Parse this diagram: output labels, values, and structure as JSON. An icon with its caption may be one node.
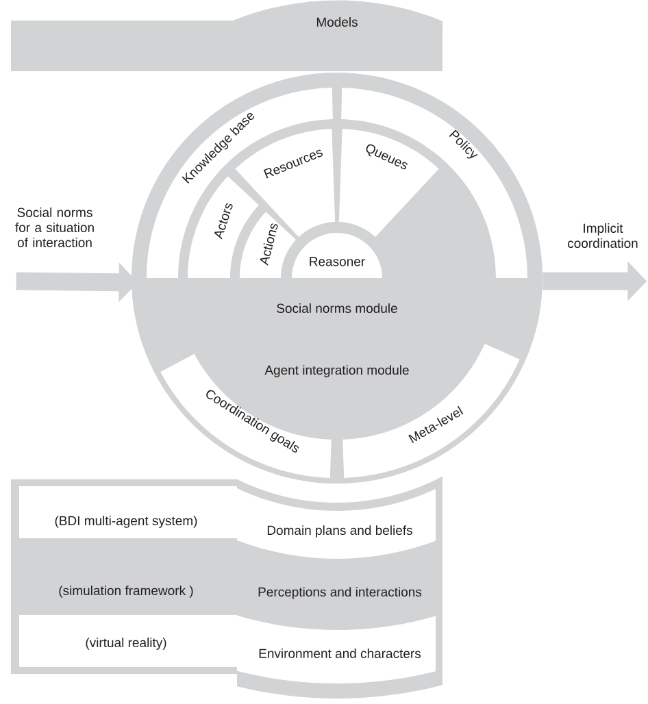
{
  "diagram": {
    "nodes": [
      {
        "text": [
          "Models"
        ]
      },
      {
        "text": [
          "Knowledge base"
        ]
      },
      {
        "text": [
          "Policy"
        ]
      },
      {
        "text": [
          "Resources"
        ]
      },
      {
        "text": [
          "Queues"
        ]
      },
      {
        "text": [
          "Actors"
        ]
      },
      {
        "text": [
          "Actions"
        ]
      },
      {
        "text": [
          "Reasoner"
        ]
      },
      {
        "text": [
          "Social norms module"
        ]
      },
      {
        "text": [
          "Agent integration module"
        ]
      },
      {
        "text": [
          "Coordination goals"
        ],
        "in": 9
      },
      {
        "text": [
          "Meta-level"
        ],
        "in": 9
      },
      {
        "text": [
          "(BDI multi-agent system)"
        ]
      },
      {
        "text": [
          "Domain plans and beliefs"
        ]
      },
      {
        "text": [
          "(simulation framework )"
        ]
      },
      {
        "text": [
          "Perceptions and interactions"
        ]
      },
      {
        "text": [
          "(virtual reality)"
        ]
      },
      {
        "text": [
          "Environment and characters"
        ]
      },
      {
        "text": [
          "Social norms for a situation of interaction"
        ]
      },
      {
        "text": [
          "Implicit coordination"
        ]
      }
    ],
    "edges": [
      {
        "from": 18,
        "to": 8,
        "arrow": "to"
      },
      {
        "from": 8,
        "to": 19,
        "arrow": "to"
      }
    ]
  }
}
